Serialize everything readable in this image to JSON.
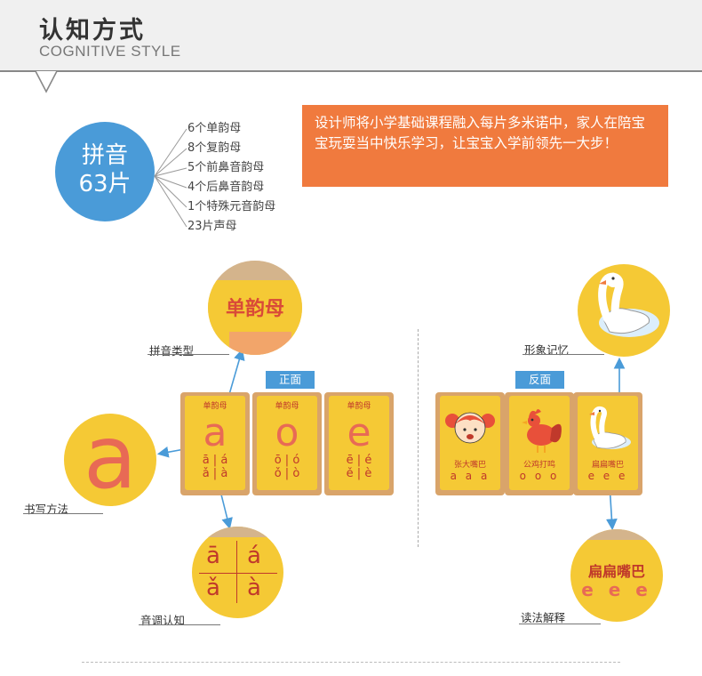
{
  "header": {
    "title": "认知方式",
    "subtitle": "COGNITIVE STYLE"
  },
  "pinyin": {
    "line1": "拼音",
    "line2": "63片"
  },
  "categories": [
    "6个单韵母",
    "8个复韵母",
    "5个前鼻音韵母",
    "4个后鼻音韵母",
    "1个特殊元音韵母",
    "23片声母"
  ],
  "intro": "设计师将小学基础课程融入每片多米诺中，家人在陪宝宝玩耍当中快乐学习，让宝宝入学前领先一大步！",
  "front": {
    "tag": "正面",
    "cards": [
      {
        "top": "单韵母",
        "letter": "a",
        "tones": [
          "ā",
          "á",
          "ǎ",
          "à"
        ]
      },
      {
        "top": "单韵母",
        "letter": "o",
        "tones": [
          "ō",
          "ó",
          "ǒ",
          "ò"
        ]
      },
      {
        "top": "单韵母",
        "letter": "e",
        "tones": [
          "ē",
          "é",
          "ě",
          "è"
        ]
      }
    ],
    "labels": {
      "type": "拼音类型",
      "writing": "书写方法",
      "tone": "音调认知"
    },
    "zoom_type": "单韵母",
    "zoom_writing": "a",
    "zoom_tones": [
      "ā",
      "á",
      "ǎ",
      "à"
    ]
  },
  "back": {
    "tag": "反面",
    "cards": [
      {
        "name": "张大嘴巴",
        "read": "a a a",
        "pic": "girl-icon"
      },
      {
        "name": "公鸡打鸣",
        "read": "o o o",
        "pic": "rooster-icon"
      },
      {
        "name": "扁扁嘴巴",
        "read": "e e e",
        "pic": "swan-icon"
      }
    ],
    "labels": {
      "image": "形象记忆",
      "reading": "读法解释"
    },
    "zoom_name": "扁扁嘴巴",
    "zoom_read": "e e e"
  },
  "colors": {
    "blue": "#4a9bd8",
    "orange": "#f07a3e",
    "card_yellow": "#f5c935",
    "letter_red": "#e86a55"
  }
}
